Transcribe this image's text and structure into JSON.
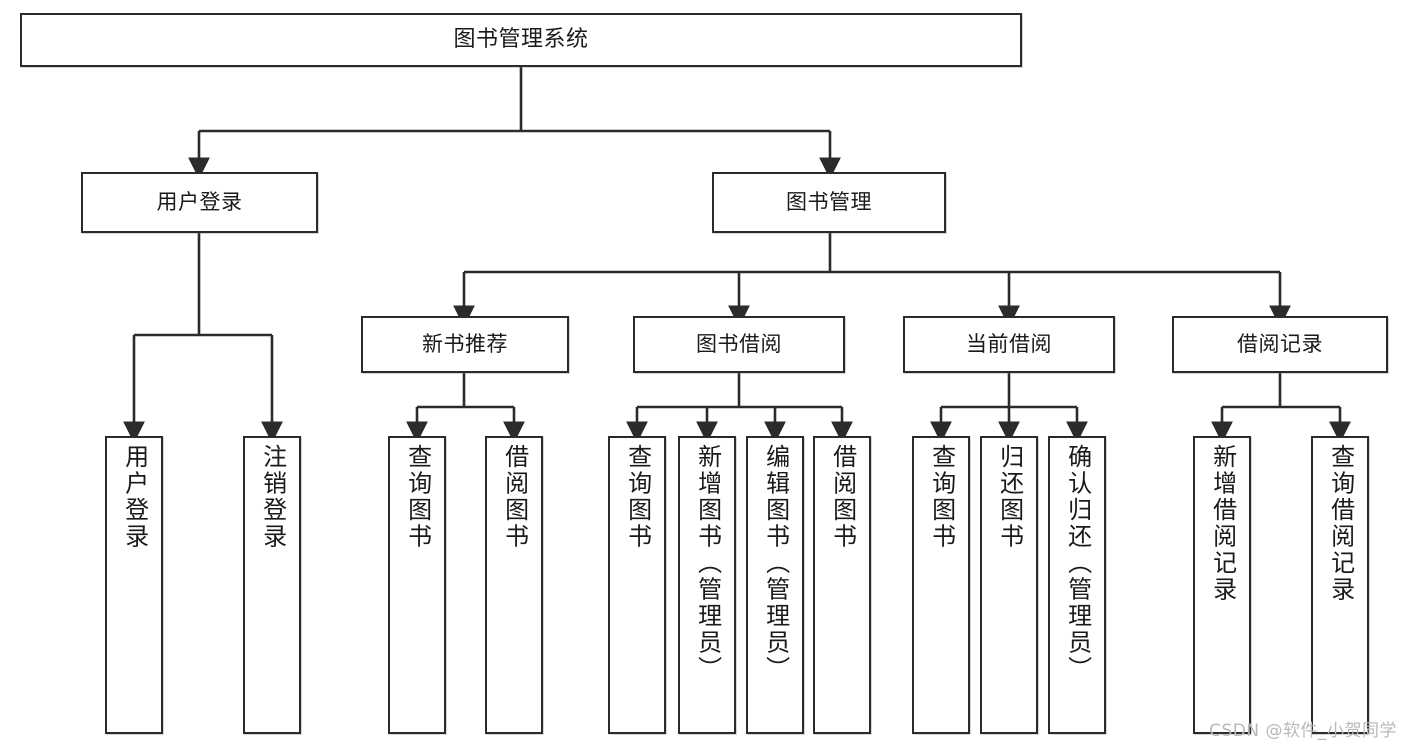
{
  "diagram": {
    "title": "图书管理系统",
    "type": "tree",
    "background_color": "#ffffff",
    "line_color": "#2b2b2b",
    "box_border_color": "#2b2b2b",
    "box_fill_color": "#ffffff",
    "text_color": "#1a1a1a"
  },
  "nodes": {
    "root": {
      "label": "图书管理系统",
      "level": 0
    },
    "user_login": {
      "label": "用户登录",
      "level": 1
    },
    "book_manage": {
      "label": "图书管理",
      "level": 1
    },
    "new_book_rec": {
      "label": "新书推荐",
      "level": 2
    },
    "book_borrow": {
      "label": "图书借阅",
      "level": 2
    },
    "current_borrow": {
      "label": "当前借阅",
      "level": 2
    },
    "borrow_record": {
      "label": "借阅记录",
      "level": 2
    },
    "leaf_user_login": {
      "label": "用户登录",
      "level": 2
    },
    "leaf_logout": {
      "label": "注销登录",
      "level": 2
    },
    "leaf_query_book_1": {
      "label": "查询图书",
      "level": 3
    },
    "leaf_borrow_book_1": {
      "label": "借阅图书",
      "level": 3
    },
    "leaf_query_book_2": {
      "label": "查询图书",
      "level": 3
    },
    "leaf_add_book": {
      "label": "新增图书（管理员）",
      "level": 3
    },
    "leaf_edit_book": {
      "label": "编辑图书（管理员）",
      "level": 3
    },
    "leaf_borrow_book_2": {
      "label": "借阅图书",
      "level": 3
    },
    "leaf_query_book_3": {
      "label": "查询图书",
      "level": 3
    },
    "leaf_return_book": {
      "label": "归还图书",
      "level": 3
    },
    "leaf_confirm_return": {
      "label": "确认归还（管理员）",
      "level": 3
    },
    "leaf_add_record": {
      "label": "新增借阅记录",
      "level": 3
    },
    "leaf_query_record": {
      "label": "查询借阅记录",
      "level": 3
    }
  },
  "watermark": {
    "text": "CSDN @软件_小贺同学"
  }
}
